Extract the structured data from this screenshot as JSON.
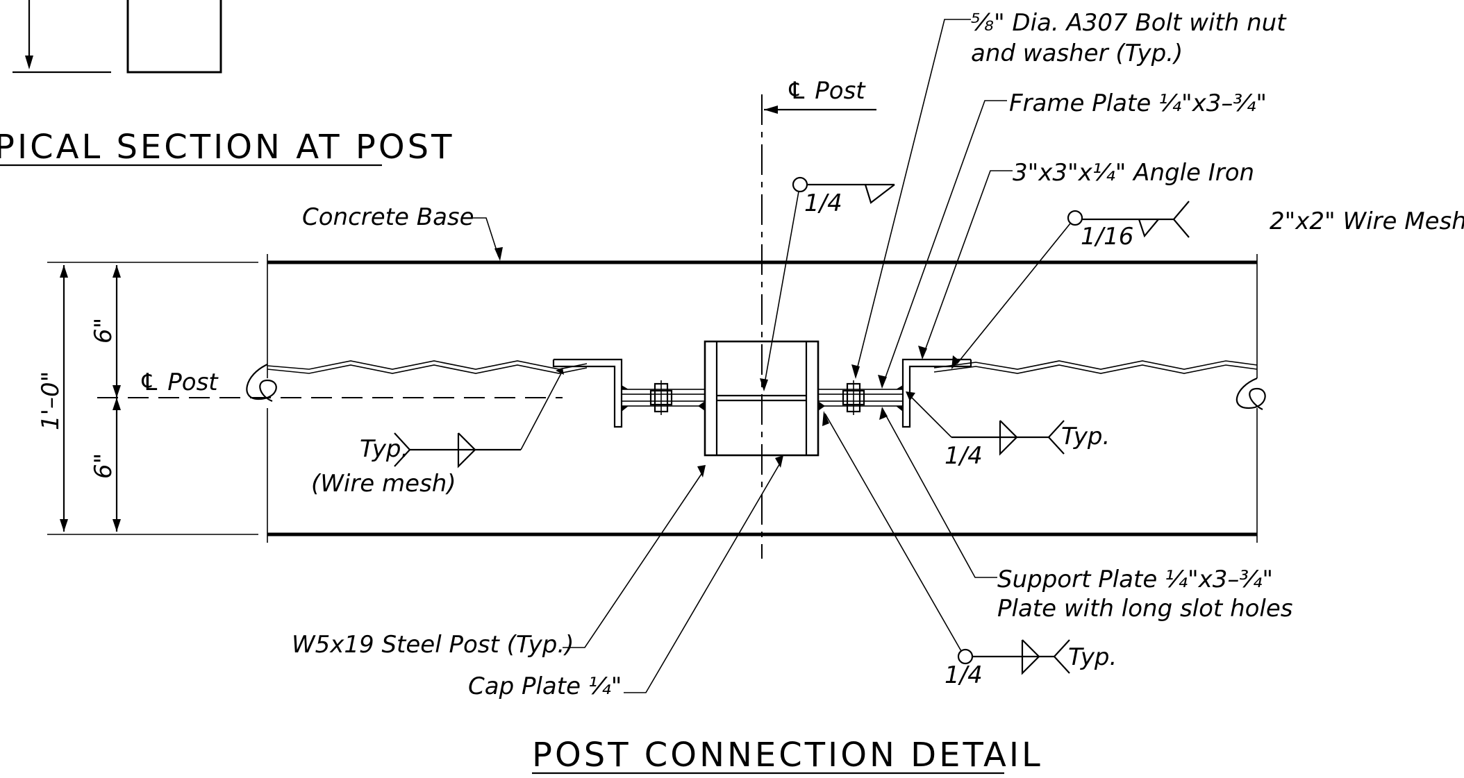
{
  "partial_title": "PICAL SECTION AT POST",
  "main_title": "POST CONNECTION DETAIL",
  "labels": {
    "bolt_line1": "⅝\" Dia. A307 Bolt with nut",
    "bolt_line2": "and washer (Typ.)",
    "cl_post_top": "℄ Post",
    "frame_plate": "Frame Plate ¼\"x3–¾\"",
    "angle_iron": "3\"x3\"x¼\" Angle Iron",
    "wire_mesh": "2\"x2\" Wire Mesh",
    "concrete_base": "Concrete Base",
    "cl_post_left": "℄ Post",
    "typ_wire": "Typ.",
    "wire_mesh_paren": "(Wire mesh)",
    "support_line1": "Support Plate ¼\"x3–¾\"",
    "support_line2": "Plate with long slot holes",
    "steel_post": "W5x19 Steel Post (Typ.)",
    "cap_plate": "Cap Plate ¼\"",
    "typ_right": "Typ.",
    "typ_bottom": "Typ."
  },
  "welds": {
    "top": "1/4",
    "wire_mesh": "1/16",
    "right": "1/4",
    "bottom": "1/4"
  },
  "dimensions": {
    "total": "1'–0\"",
    "upper": "6\"",
    "lower": "6\""
  }
}
